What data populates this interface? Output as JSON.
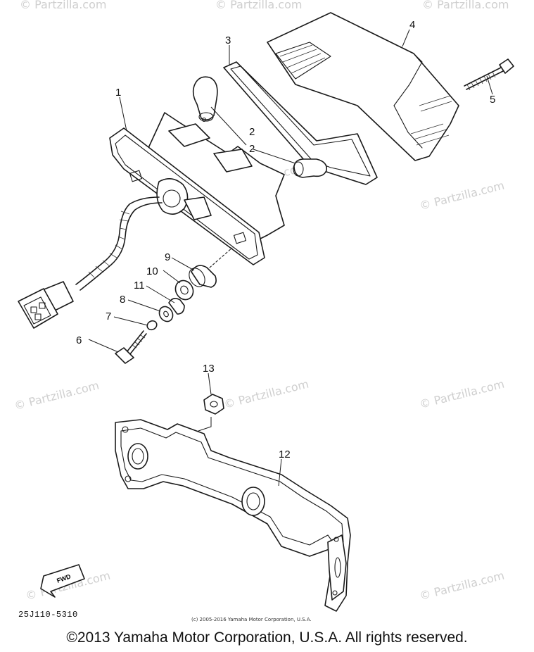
{
  "watermark": {
    "text": "© Partzilla.com"
  },
  "callouts": {
    "c1": "1",
    "c2a": "2",
    "c2b": "2",
    "c3": "3",
    "c4": "4",
    "c5": "5",
    "c6": "6",
    "c7": "7",
    "c8": "8",
    "c9": "9",
    "c10": "10",
    "c11": "11",
    "c12": "12",
    "c13": "13"
  },
  "fwd_label": "FWD",
  "part_code": "25J110-5310",
  "small_copyright": "(c) 2005-2016 Yamaha Motor Corporation, U.S.A.",
  "footer_copyright": "©2013 Yamaha Motor Corporation, U.S.A. All rights reserved.",
  "colors": {
    "ink": "#1a1a1a",
    "watermark": "#cfcfcf",
    "background": "#ffffff"
  }
}
